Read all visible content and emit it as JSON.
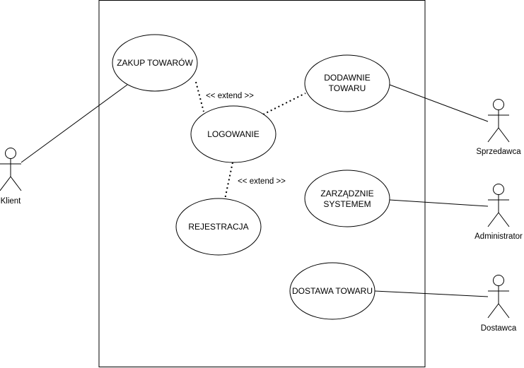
{
  "colors": {
    "stroke": "#000000",
    "background": "#ffffff"
  },
  "use_cases": {
    "zakup": {
      "lines": [
        "ZAKUP TOWARÓW"
      ]
    },
    "logowanie": {
      "lines": [
        "LOGOWANIE"
      ]
    },
    "rejestracja": {
      "lines": [
        "REJESTRACJA"
      ]
    },
    "dodawanie": {
      "lines": [
        "DODAWNIE",
        "TOWARU"
      ]
    },
    "zarzadzanie": {
      "lines": [
        "ZARZĄDZNIE",
        "SYSTEMEM"
      ]
    },
    "dostawa": {
      "lines": [
        "DOSTAWA TOWARU"
      ]
    }
  },
  "actors": {
    "klient": {
      "label": "Klient"
    },
    "sprzedawca": {
      "label": "Sprzedawca"
    },
    "administrator": {
      "label": "Administrator"
    },
    "dostawca": {
      "label": "Dostawca"
    }
  },
  "relations": {
    "extend_1": {
      "label": "<< extend >>"
    },
    "extend_2": {
      "label": "<< extend >>"
    }
  }
}
